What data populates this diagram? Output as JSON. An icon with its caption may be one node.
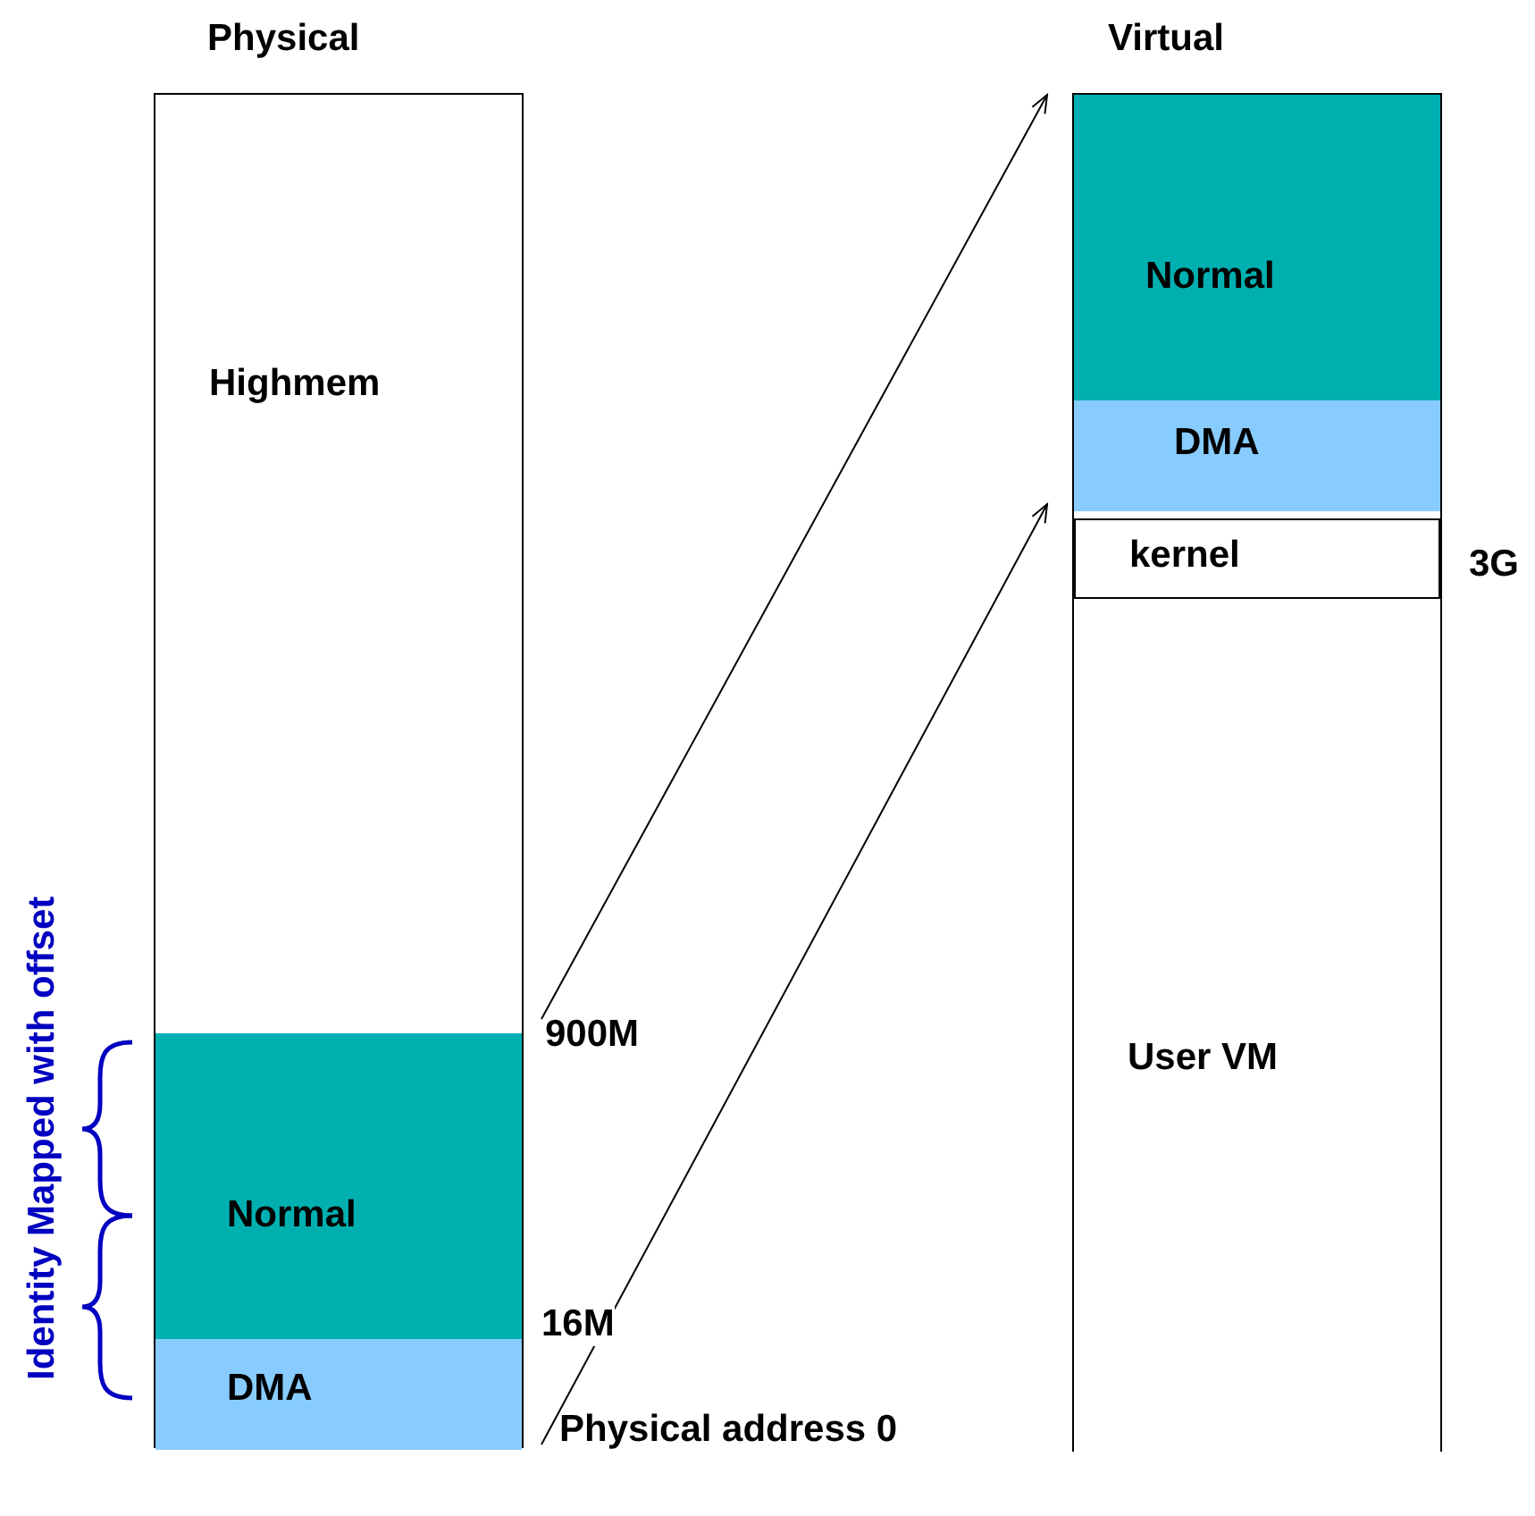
{
  "diagram": {
    "nodes": [
      {
        "text": [
          "Physical"
        ]
      },
      {
        "text": [
          "Highmem"
        ],
        "in": 0
      },
      {
        "text": [
          "Normal"
        ],
        "in": 0
      },
      {
        "text": [
          "DMA"
        ],
        "in": 0
      },
      {
        "text": [
          "Virtual"
        ]
      },
      {
        "text": [
          "Normal"
        ],
        "in": 4
      },
      {
        "text": [
          "DMA"
        ],
        "in": 4
      },
      {
        "text": [
          "kernel"
        ],
        "in": 4,
        "beside": [
          "3G"
        ]
      },
      {
        "text": [
          "User VM"
        ],
        "in": 4
      },
      {
        "text": [
          "900M"
        ]
      },
      {
        "text": [
          "Physical address 0"
        ]
      }
    ],
    "edges": [
      {
        "from": 9,
        "to": 5,
        "arrow": "to"
      },
      {
        "from": 10,
        "to": 6,
        "arrow": "to"
      }
    ],
    "labels": [
      "Identity Mapped with offset",
      "16M"
    ]
  }
}
